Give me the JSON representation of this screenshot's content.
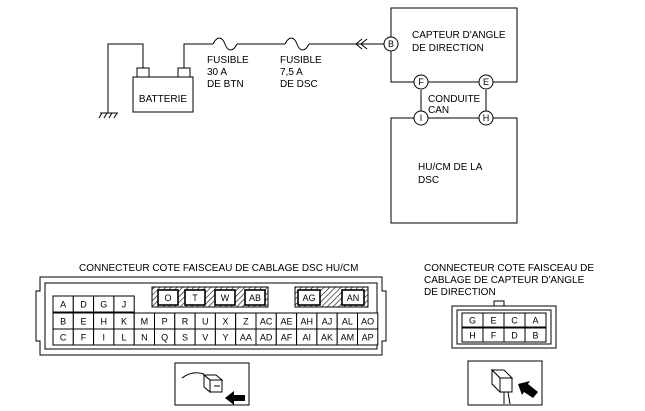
{
  "circuit": {
    "battery_label": "BATTERIE",
    "fuse1": [
      "FUSIBLE",
      "30 A",
      "DE BTN"
    ],
    "fuse2": [
      "FUSIBLE",
      "7,5 A",
      "DE DSC"
    ],
    "sensor_box": [
      "CAPTEUR D'ANGLE",
      "DE DIRECTION"
    ],
    "hu_box": [
      "HU/CM DE LA",
      "DSC"
    ],
    "can_label": [
      "CONDUITE",
      "CAN"
    ],
    "terminals": {
      "B": "B",
      "F": "F",
      "E": "E",
      "I": "I",
      "H": "H"
    }
  },
  "dsc_connector": {
    "title": "CONNECTEUR COTE FAISCEAU DE CABLAGE DSC HU/CM",
    "row1_left": [
      "A",
      "D",
      "G",
      "J"
    ],
    "row1_group1": [
      "O",
      "T",
      "W",
      "AB"
    ],
    "row1_group2": [
      "AG",
      "AN"
    ],
    "row2": [
      "B",
      "E",
      "H",
      "K",
      "M",
      "P",
      "R",
      "U",
      "X",
      "Z",
      "AC",
      "AE",
      "AH",
      "AJ",
      "AL",
      "AO"
    ],
    "row3": [
      "C",
      "F",
      "I",
      "L",
      "N",
      "Q",
      "S",
      "V",
      "Y",
      "AA",
      "AD",
      "AF",
      "AI",
      "AK",
      "AM",
      "AP"
    ]
  },
  "sensor_connector": {
    "title": [
      "CONNECTEUR COTE FAISCEAU DE",
      "CABLAGE DE CAPTEUR D'ANGLE",
      "DE DIRECTION"
    ],
    "row1": [
      "G",
      "E",
      "C",
      "A"
    ],
    "row2": [
      "H",
      "F",
      "D",
      "B"
    ]
  }
}
